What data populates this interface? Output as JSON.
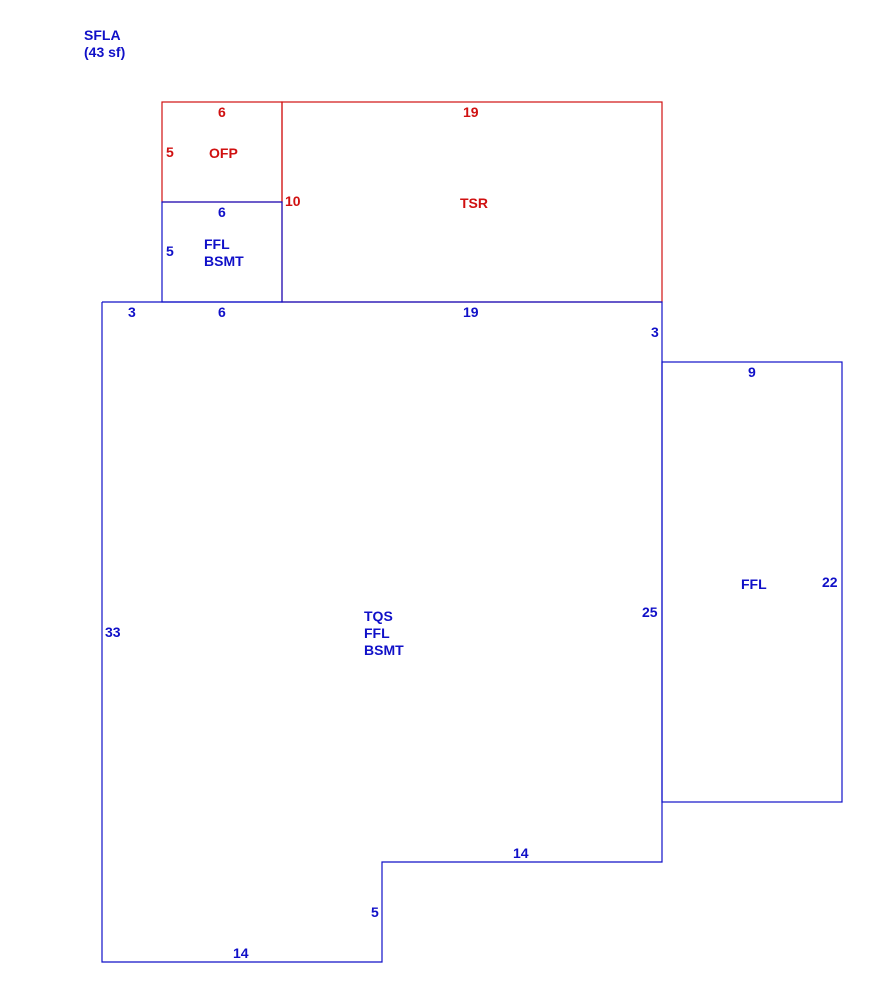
{
  "colors": {
    "living": "#1010c8",
    "porch": "#d01010"
  },
  "summary": {
    "line1": "SFLA",
    "line2": "(43 sf)"
  },
  "areas": {
    "ofp": [
      "OFP"
    ],
    "tsr": [
      "TSR"
    ],
    "small_block": [
      "FFL",
      "BSMT"
    ],
    "main_block": [
      "TQS",
      "FFL",
      "BSMT"
    ],
    "right_block": [
      "FFL"
    ]
  },
  "dimensions": {
    "ofp_top": "6",
    "ofp_left": "5",
    "tsr_top": "19",
    "tsr_left": "10",
    "small_top": "6",
    "small_left": "5",
    "main_top_left": "3",
    "main_top_mid": "6",
    "main_top_right": "19",
    "main_right_step": "3",
    "main_left": "33",
    "main_right": "25",
    "main_bottom_right": "14",
    "main_step": "5",
    "main_bottom_left": "14",
    "right_top": "9",
    "right_side": "22"
  }
}
